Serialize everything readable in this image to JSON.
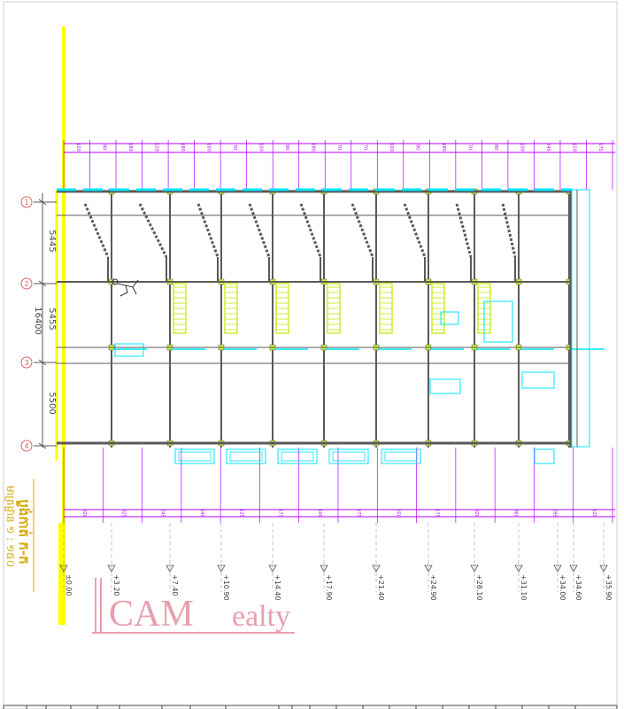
{
  "drawing": {
    "title": "ប្លង់កាត់ ក-ក",
    "scale": "មាត្រដ្ឋាន ១ : ១៥០",
    "grid_bubbles": [
      "1",
      "2",
      "3",
      "4"
    ],
    "dimensions_major": [
      "5445",
      "5455",
      "5500"
    ],
    "dimension_total": "16400",
    "levels": [
      "±0.00",
      "+3.20",
      "+7.40",
      "+10.90",
      "+14.40",
      "+17.90",
      "+21.40",
      "+24.90",
      "+28.10",
      "+31.10",
      "+34.00",
      "+34.60",
      "+35.90"
    ],
    "top_dims": [
      "120",
      "90",
      "180",
      "120",
      "180",
      "100",
      "70",
      "100",
      "90",
      "180",
      "70",
      "70",
      "100",
      "90",
      "180",
      "70",
      "90",
      "100",
      "245",
      "120",
      "175"
    ],
    "bottom_dims": [
      "320",
      "425",
      "245",
      "140",
      "125",
      "175",
      "100",
      "175",
      "250",
      "175",
      "320",
      "360",
      "295",
      "120"
    ]
  },
  "watermark": {
    "text_left": "CAM",
    "text_right": "ealty"
  },
  "colors": {
    "slab": "#ffff00",
    "dimension": "#b400ff",
    "wall": "#00e5ff",
    "structure": "#5a5a5a",
    "railing": "#ccee33",
    "watermark": "#e8a0ae",
    "bubble": "#e06060",
    "title": "#d4a800"
  }
}
